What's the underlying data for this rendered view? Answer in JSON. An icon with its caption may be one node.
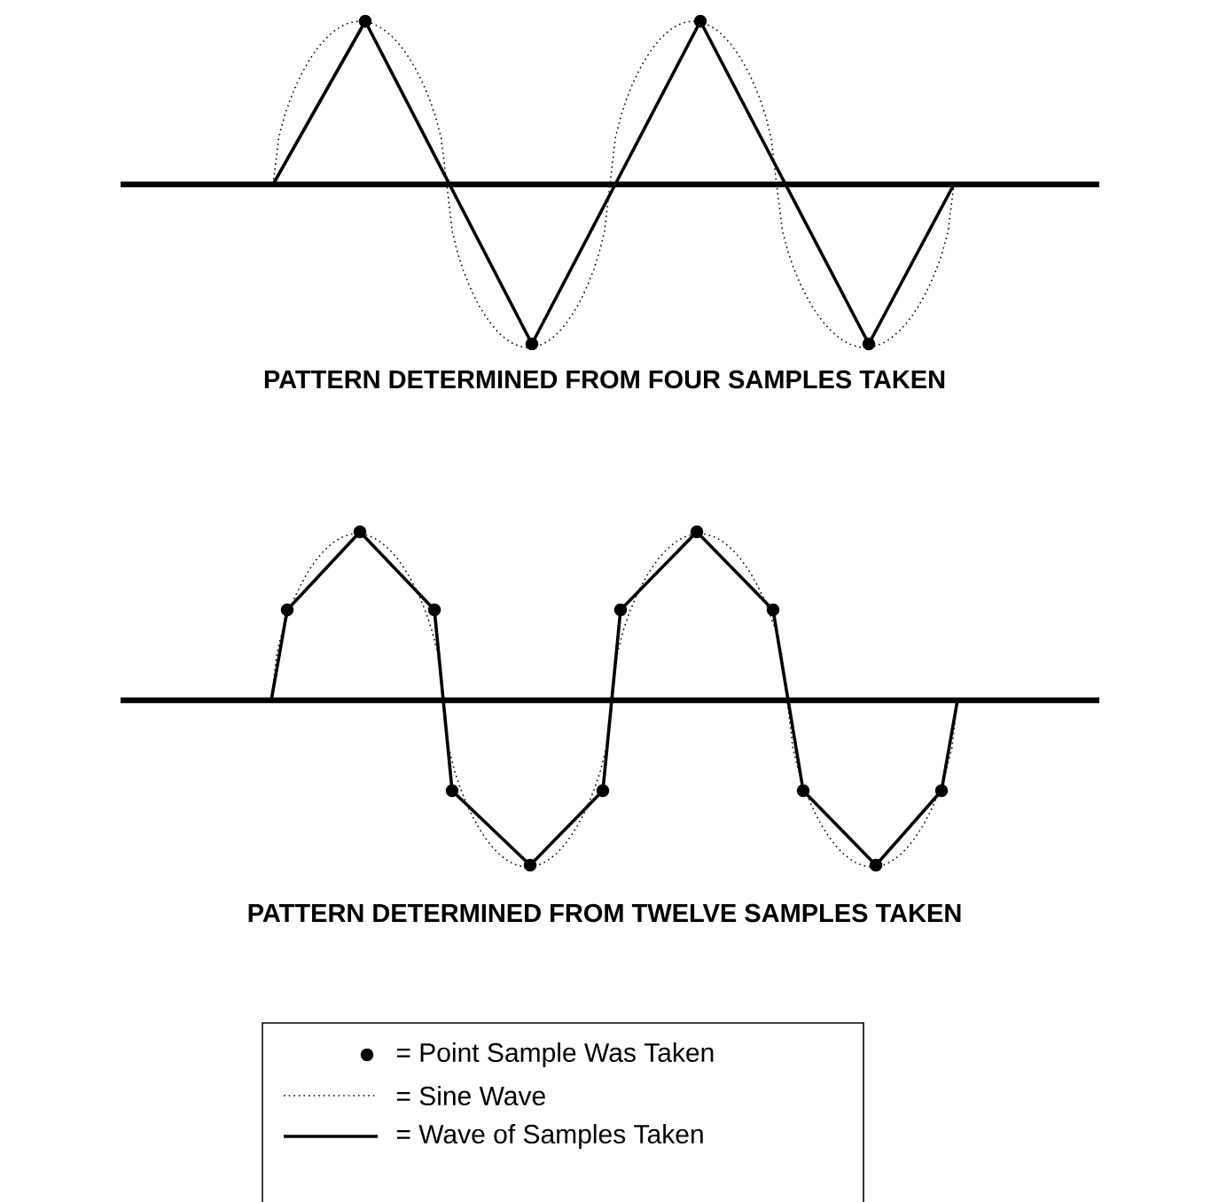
{
  "diagram": {
    "labels": [
      "PATTERN DETERMINED FROM FOUR SAMPLES TAKEN",
      "PATTERN DETERMINED FROM TWELVE SAMPLES TAKEN"
    ],
    "legend": [
      {
        "text": "= Point Sample Was Taken"
      },
      {
        "text": "= Sine Wave"
      },
      {
        "text": "= Wave of Samples Taken"
      }
    ]
  }
}
